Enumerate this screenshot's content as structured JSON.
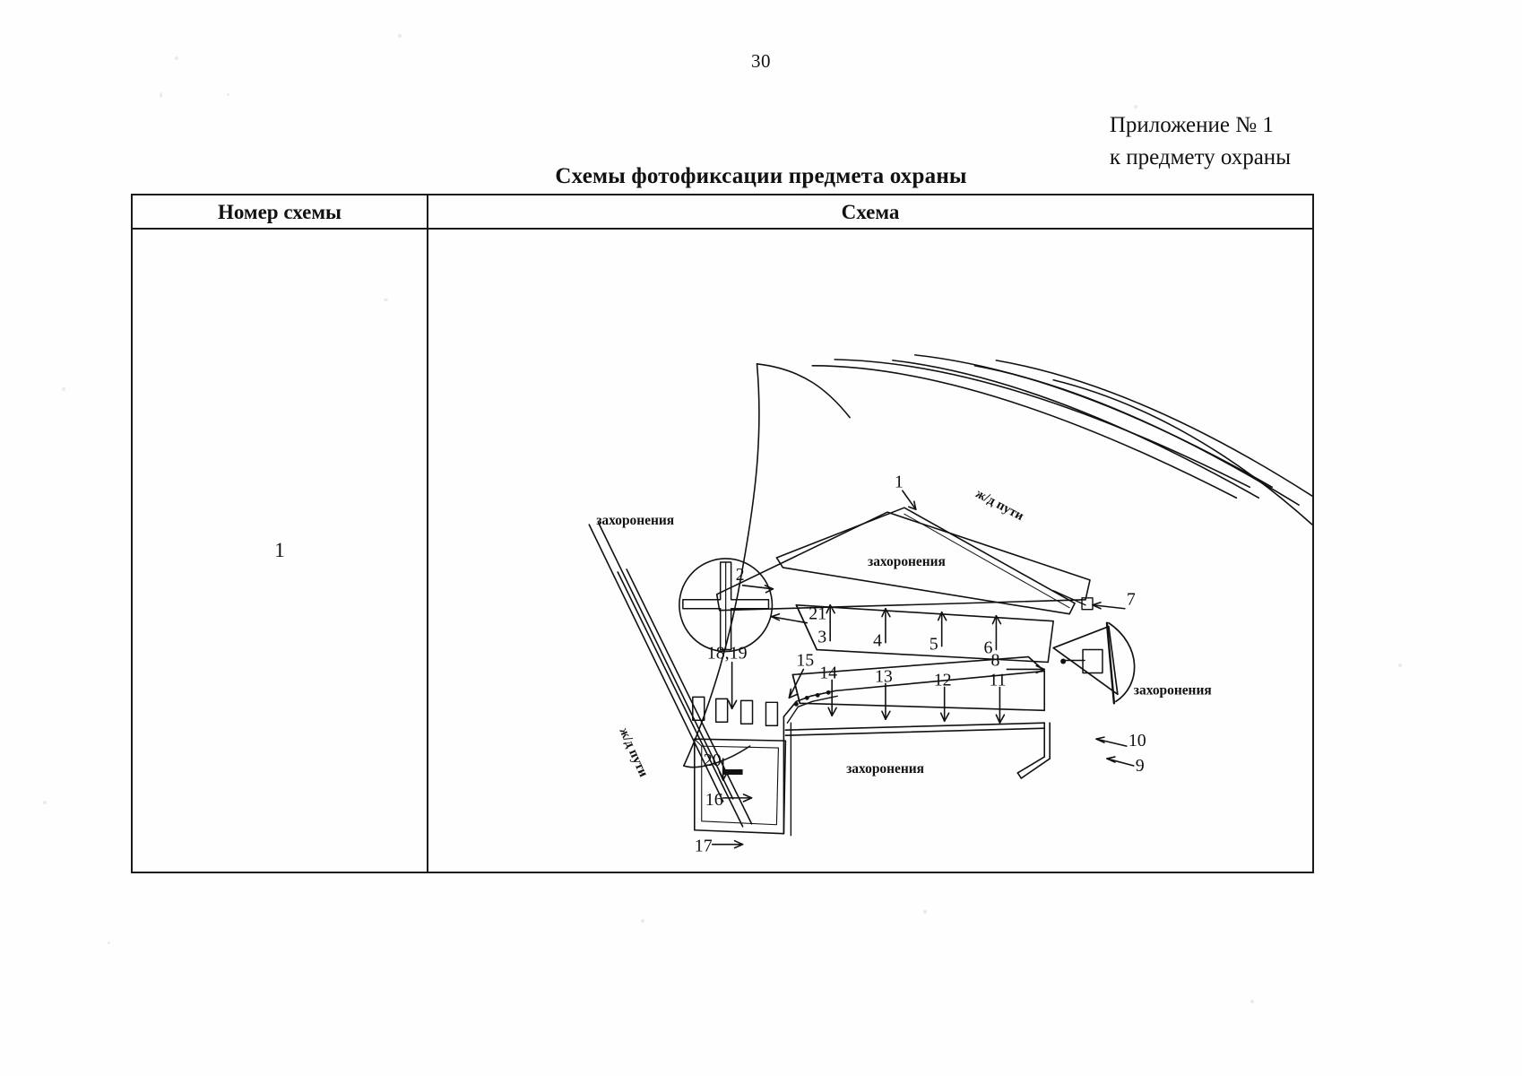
{
  "page": {
    "number": "30"
  },
  "appendix": {
    "line1": "Приложение № 1",
    "line2": "к предмету охраны"
  },
  "title": "Схемы фотофиксации предмета охраны",
  "table": {
    "headers": {
      "number": "Номер схемы",
      "schema": "Схема"
    },
    "rows": [
      {
        "number": "1"
      }
    ]
  },
  "diagram": {
    "area_labels": [
      {
        "id": "burials-top-left",
        "text": "захоронения"
      },
      {
        "id": "burials-center",
        "text": "захоронения"
      },
      {
        "id": "burials-right",
        "text": "захоронения"
      },
      {
        "id": "burials-bottom",
        "text": "захоронения"
      }
    ],
    "railway_labels": [
      {
        "id": "railway-upper-right",
        "text": "ж/д пути"
      },
      {
        "id": "railway-lower-left",
        "text": "ж/д пути"
      }
    ],
    "markers": [
      {
        "id": "1",
        "text": "1"
      },
      {
        "id": "2",
        "text": "2"
      },
      {
        "id": "3",
        "text": "3"
      },
      {
        "id": "4",
        "text": "4"
      },
      {
        "id": "5",
        "text": "5"
      },
      {
        "id": "6",
        "text": "6"
      },
      {
        "id": "7",
        "text": "7"
      },
      {
        "id": "8",
        "text": "8"
      },
      {
        "id": "9",
        "text": "9"
      },
      {
        "id": "10",
        "text": "10"
      },
      {
        "id": "11",
        "text": "11"
      },
      {
        "id": "12",
        "text": "12"
      },
      {
        "id": "13",
        "text": "13"
      },
      {
        "id": "14",
        "text": "14"
      },
      {
        "id": "15",
        "text": "15"
      },
      {
        "id": "16",
        "text": "16"
      },
      {
        "id": "17",
        "text": "17"
      },
      {
        "id": "18-19",
        "text": "18,19"
      },
      {
        "id": "20",
        "text": "20"
      },
      {
        "id": "21",
        "text": "21"
      }
    ]
  }
}
